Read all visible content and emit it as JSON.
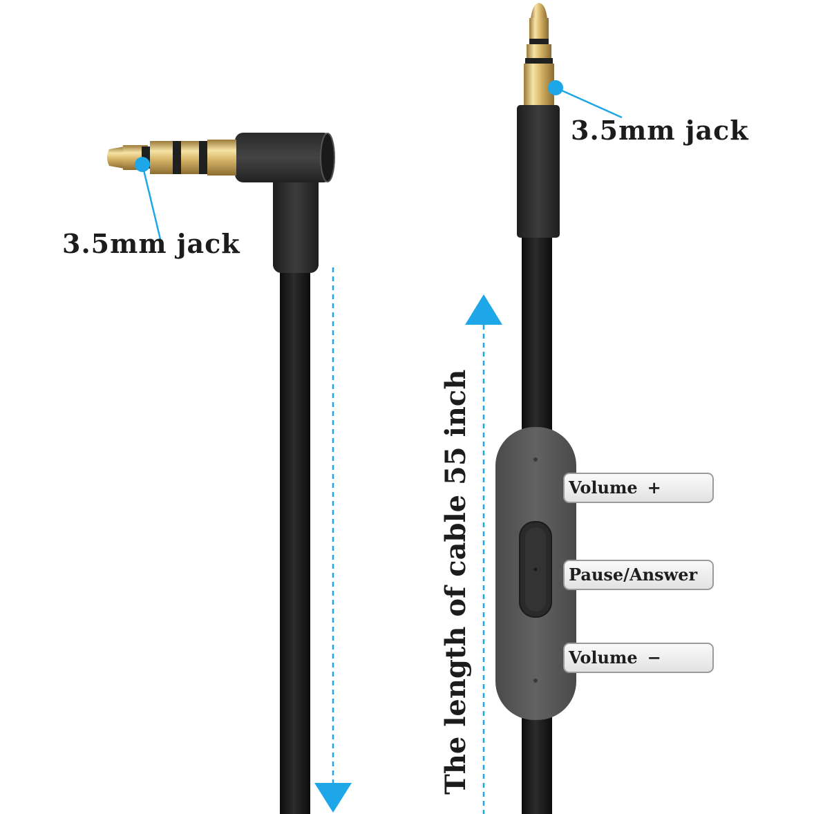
{
  "labels": {
    "left_jack": "3.5mm jack",
    "right_jack": "3.5mm jack",
    "cable_length": "The length of cable 55 inch"
  },
  "remote_buttons": [
    {
      "label": "Volume",
      "symbol": "+"
    },
    {
      "label": "Pause/Answer",
      "symbol": ""
    },
    {
      "label": "Volume",
      "symbol": "−"
    }
  ],
  "colors": {
    "accent": "#1ea7e8",
    "cable": "#1d1d1d",
    "housing": "#303030",
    "gold": "#d9b96a",
    "remote": "#555555"
  }
}
